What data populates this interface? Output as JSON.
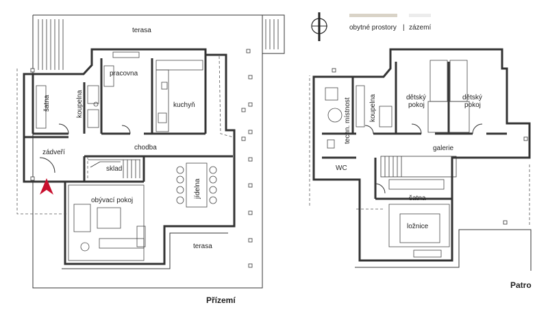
{
  "legend": {
    "living_label": "obytné prostory",
    "separator": "|",
    "utility_label": "zázemí",
    "living_color": "#d9d3c7",
    "utility_color": "#ececec"
  },
  "ground_floor": {
    "title": "Přízemí",
    "rooms": {
      "terasa_top": "terasa",
      "pracovna": "pracovna",
      "kuchyn": "kuchyň",
      "satna": "šatna",
      "koupelna": "koupelna",
      "zadveri": "zádveří",
      "chodba": "chodba",
      "sklad": "sklad",
      "jidelna": "jídelna",
      "obyvaci_pokoj": "obývací pokoj",
      "terasa_bottom": "terasa"
    },
    "entrance_color": "#c8102e"
  },
  "upper_floor": {
    "title": "Patro",
    "rooms": {
      "techn_mistnost": "techn. místnost",
      "koupelna": "koupelna",
      "detsky_pokoj_1": "dětský pokoj",
      "detsky_pokoj_2": "dětský pokoj",
      "galerie": "galerie",
      "wc": "WC",
      "satna": "šatna",
      "loznice": "ložnice"
    }
  },
  "north_arrow": {
    "icon": "north-arrow-icon"
  }
}
